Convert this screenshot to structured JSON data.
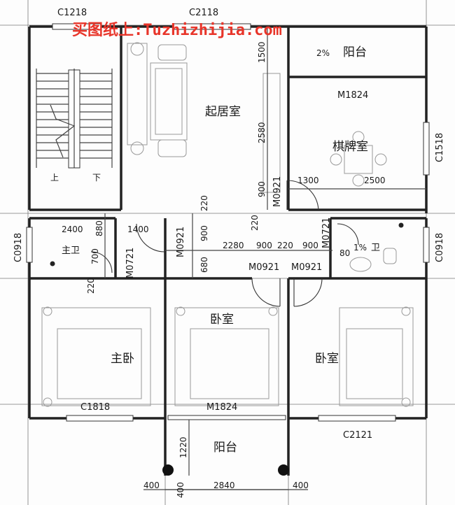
{
  "watermark": "买图纸上:Tuzhizhijia.com",
  "rooms": {
    "living": "起居室",
    "chess": "棋牌室",
    "balcony_top": "阳台",
    "balcony_bottom": "阳台",
    "master_bed": "主卧",
    "bed_mid": "卧室",
    "bed_right": "卧室",
    "master_bath": "主卫",
    "bath": "卫",
    "stairs_up": "上",
    "stairs_down": "下"
  },
  "codes": {
    "c1218": "C1218",
    "c2118": "C2118",
    "m1824_top": "M1824",
    "c1518": "C1518",
    "m0921_v1": "M0921",
    "m0921_v2": "M0921",
    "c0918_left": "C0918",
    "c0918_right": "C0918",
    "m0721_left": "M0721",
    "m0721_right": "M0721",
    "m0921_h1": "M0921",
    "m0921_h2": "M0921",
    "c1818": "C1818",
    "m1824_bottom": "M1824",
    "c2121": "C2121"
  },
  "dims": {
    "d1500": "1500",
    "d2580": "2580",
    "d900a": "900",
    "d1300": "1300",
    "d2500": "2500",
    "d220a": "220",
    "d2400": "2400",
    "d880": "880",
    "d1400": "1400",
    "d900b": "900",
    "d220b": "220",
    "d700": "700",
    "d680": "680",
    "d220c": "220",
    "d2280": "2280",
    "d900c": "900",
    "d220d": "220",
    "d900d": "900",
    "d80": "80",
    "d1220": "1220",
    "d400a": "400",
    "d400b": "400",
    "d2840": "2840",
    "d400c": "400",
    "slope_top": "2%",
    "slope_bath": "1%"
  }
}
